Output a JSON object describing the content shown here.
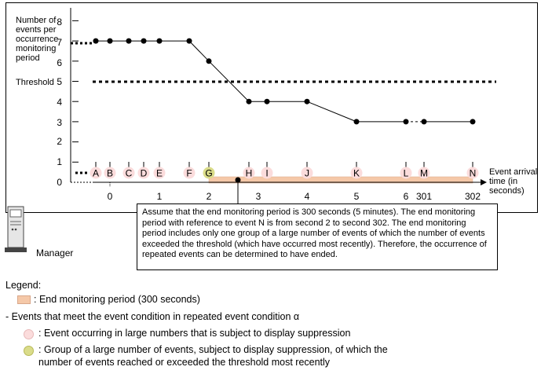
{
  "diagram": {
    "y_axis_title": [
      "Number of",
      "events per",
      "occurrence",
      "monitoring",
      "period"
    ],
    "threshold_label": "Threshold",
    "y_ticks": [
      "0",
      "1",
      "2",
      "3",
      "4",
      "5",
      "6",
      "7",
      "8"
    ],
    "x_axis_title": [
      "Event arrival",
      "time (in",
      "seconds)"
    ],
    "x_ticks": [
      "0",
      "1",
      "2",
      "3",
      "4",
      "5",
      "6",
      "301",
      "302"
    ],
    "event_letters": [
      "A",
      "B",
      "C",
      "D",
      "E",
      "F",
      "G",
      "H",
      "I",
      "J",
      "K",
      "L",
      "M",
      "N"
    ],
    "threshold_value": 5,
    "count_series": [
      7,
      7,
      7,
      7,
      7,
      7,
      6,
      4,
      4,
      4,
      3,
      3,
      3,
      3
    ],
    "colors": {
      "period_fill": "#f5c8a8",
      "suppressed": "#fbdcdc",
      "group": "#dadc8a"
    }
  },
  "note": "Assume that the end monitoring period is 300 seconds (5 minutes). The end monitoring period with reference to event N is from second 2 to second 302. The end monitoring period includes only one group of a large number of events of which the number of events exceeded the threshold (which have occurred most recently). Therefore, the occurrence of repeated events can be determined to have ended.",
  "manager": {
    "label": "Manager",
    "icon": "server-icon"
  },
  "legend": {
    "title": "Legend:",
    "period": ": End monitoring period (300 seconds)",
    "condition": "- Events that meet the event condition in repeated event condition α",
    "pink": ": Event occurring in large numbers that is subject to display suppression",
    "olive_line1": ": Group of a large number of events, subject to display suppression, of which the",
    "olive_line2": "number of events reached or exceeded the threshold most recently"
  }
}
